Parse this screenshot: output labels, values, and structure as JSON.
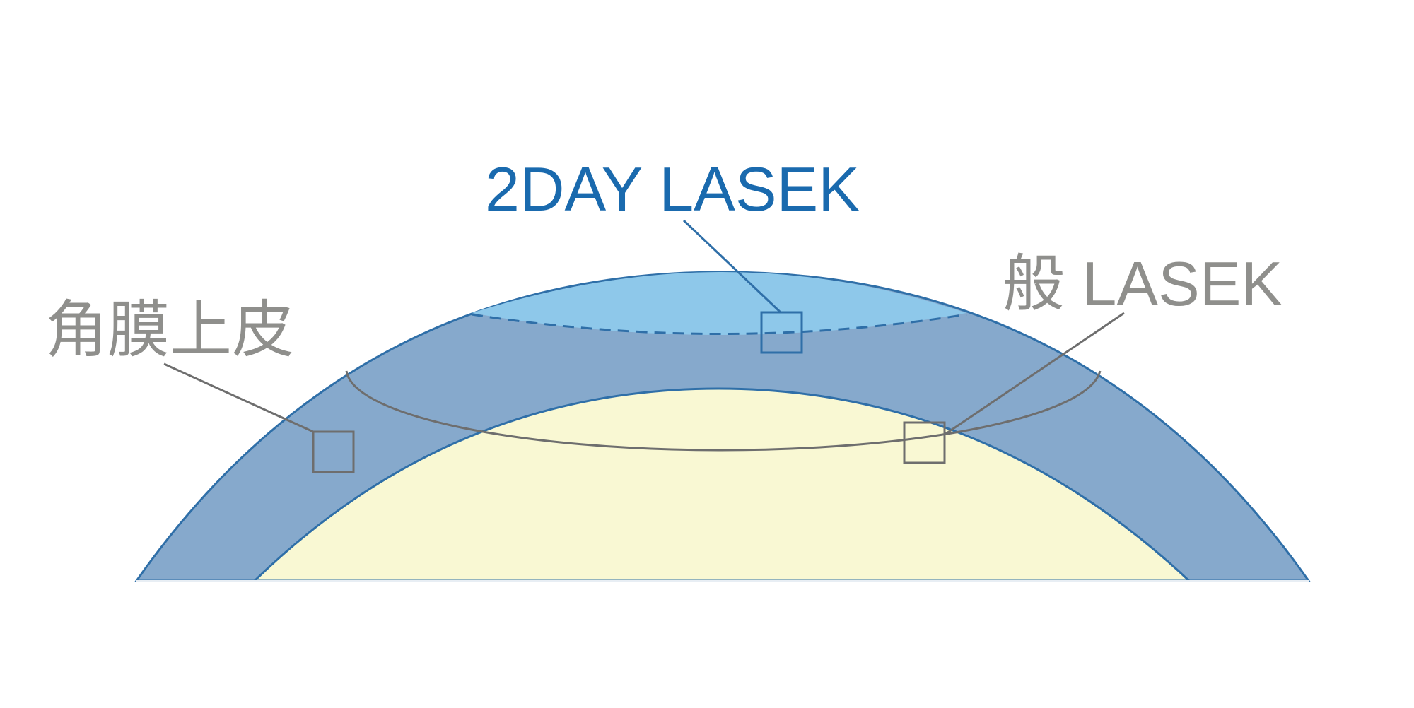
{
  "labels": {
    "two_day_lasek": "2DAY LASEK",
    "general_lasek": "般 LASEK",
    "corneal_epithelium": "角膜上皮"
  },
  "colors": {
    "epithelium_layer": "#86a9cc",
    "two_day_zone": "#8ec8ea",
    "stroma": "#f9f8d3",
    "outline_blue": "#2f6fa8",
    "label_blue": "#1a6aae",
    "label_gray": "#8f8f8c",
    "leader_gray": "#6e6e6e"
  }
}
